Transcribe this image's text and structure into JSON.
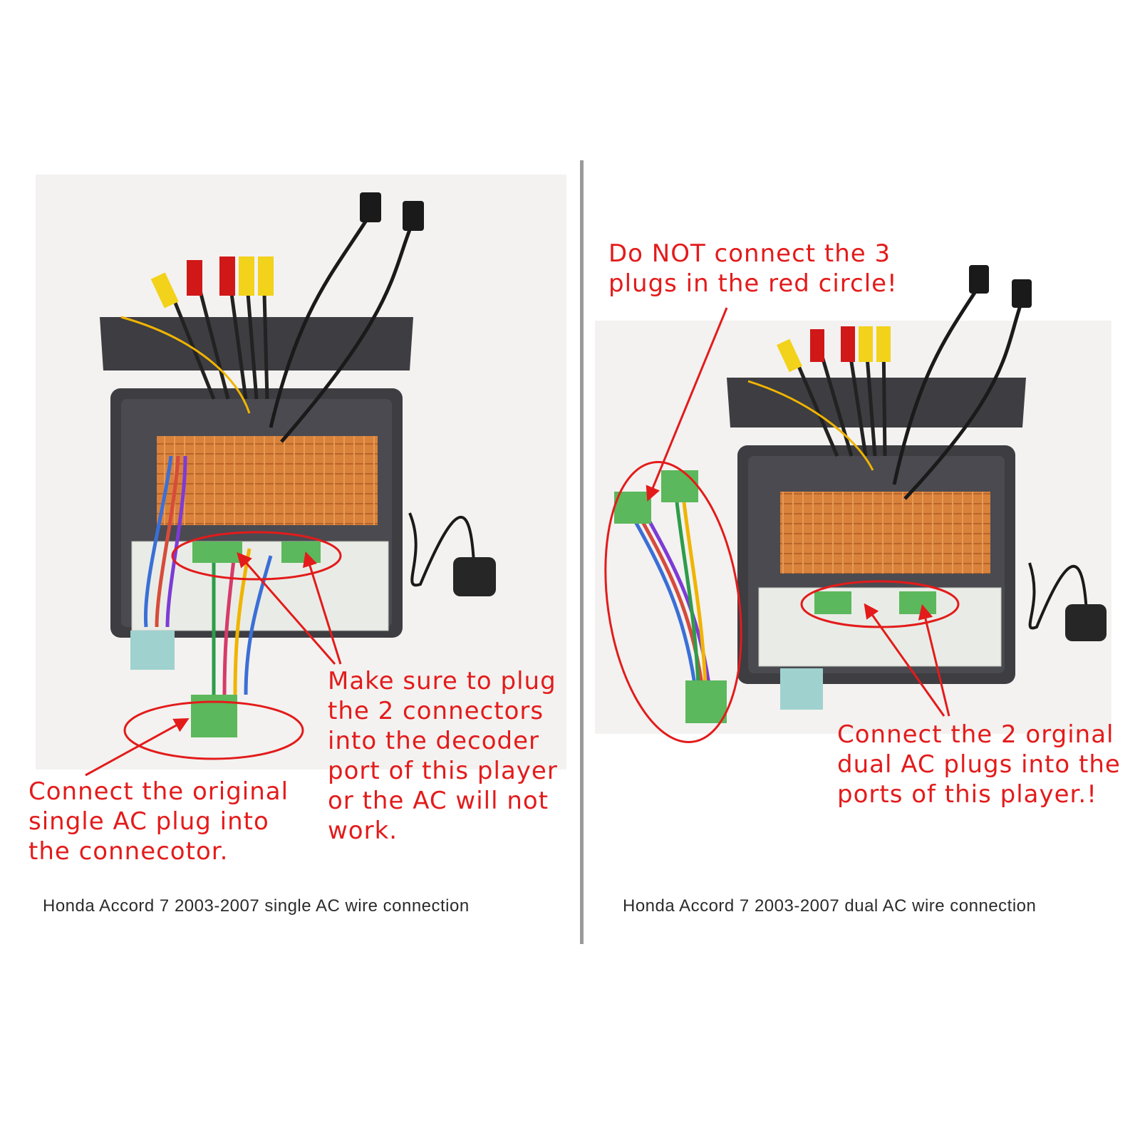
{
  "left_panel": {
    "note_single_plug": "Connect the original\nsingle AC plug into\nthe connecotor.",
    "note_decoder": "Make sure to plug\nthe 2 connectors\ninto the decoder\nport of this player\nor the AC will not\nwork.",
    "caption": "Honda Accord 7 2003-2007 single AC wire connection"
  },
  "right_panel": {
    "note_do_not": "Do NOT connect the 3\nplugs in the red circle!",
    "note_dual": "Connect the 2 orginal\ndual AC plugs into the\nports of this player.!",
    "caption": "Honda Accord 7 2003-2007 dual AC wire connection"
  },
  "colors": {
    "annotation": "#e31b1b",
    "connector_green": "#5cb85c",
    "connector_teal": "#9fd1cf",
    "circuit_orange": "#d9823c",
    "unit_body": "#3d3d42",
    "divider": "#9a9a9a"
  }
}
